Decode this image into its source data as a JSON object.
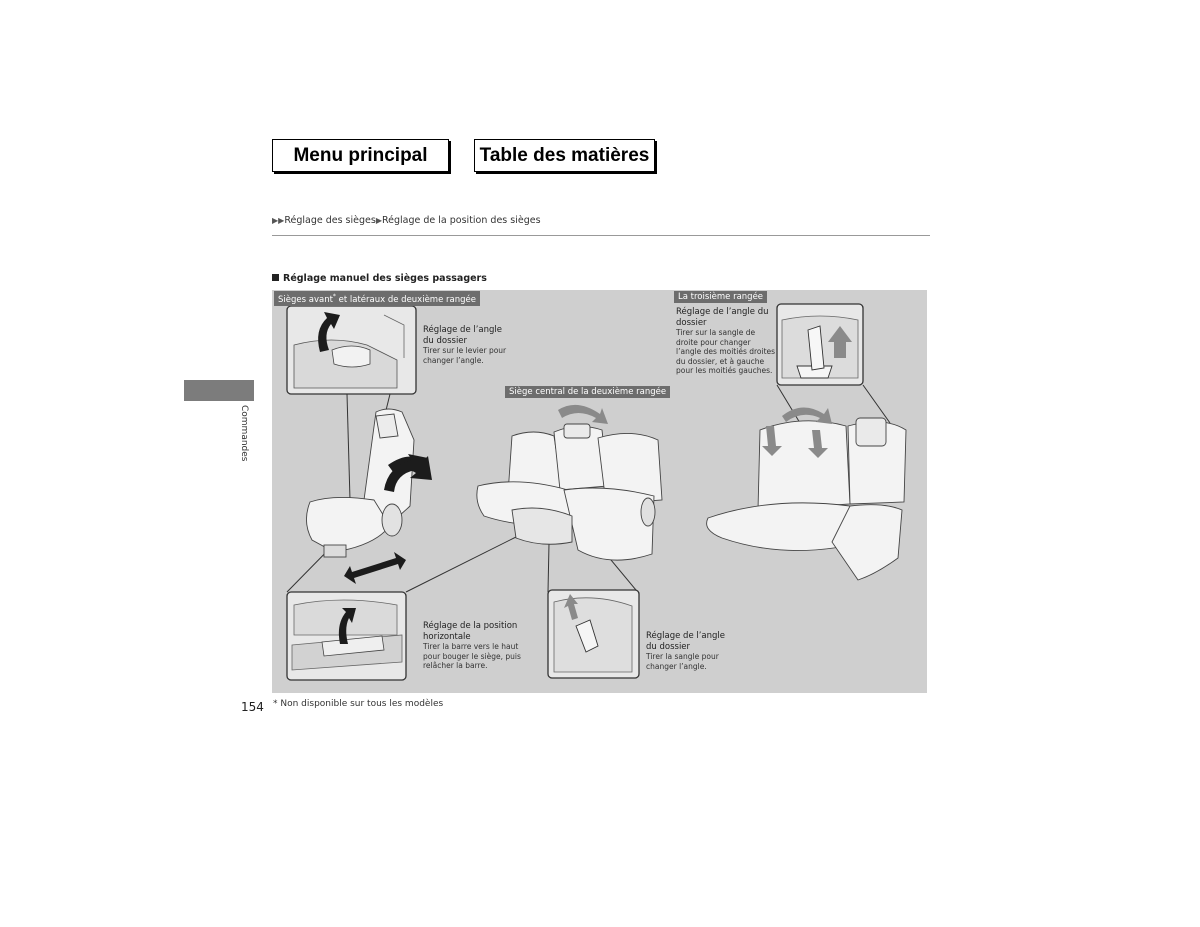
{
  "nav": {
    "main_menu": "Menu principal",
    "toc": "Table des matières"
  },
  "breadcrumb": {
    "item1": "Réglage des sièges",
    "item2": "Réglage de la position des sièges"
  },
  "section": {
    "title": "Réglage manuel des sièges passagers"
  },
  "side_tab": {
    "label": "Commandes"
  },
  "panels": {
    "front": {
      "tag": "Sièges avant",
      "tag_note": "*",
      "tag_rest": " et latéraux de deuxième rangée"
    },
    "center": {
      "tag": "Siège central de la deuxième rangée"
    },
    "third": {
      "tag": "La troisième rangée"
    }
  },
  "captions": {
    "front_back": {
      "head1": "Réglage de l’angle",
      "head2": "du dossier",
      "desc1": "Tirer sur le levier pour",
      "desc2": "changer l’angle."
    },
    "front_horiz": {
      "head1": "Réglage de la position",
      "head2": "horizontale",
      "desc1": "Tirer la barre vers le haut",
      "desc2": "pour bouger le siège, puis",
      "desc3": "relâcher la barre."
    },
    "center_back": {
      "head1": "Réglage de l’angle",
      "head2": "du dossier",
      "desc1": "Tirer la sangle pour",
      "desc2": "changer l’angle."
    },
    "third_back": {
      "head1": "Réglage de l’angle du",
      "head2": "dossier",
      "desc1": "Tirer sur la sangle de",
      "desc2": "droite pour changer",
      "desc3": "l’angle des moitiés droites",
      "desc4": "du dossier, et à gauche",
      "desc5": "pour les moitiés gauches."
    }
  },
  "footer": {
    "page_number": "154",
    "footnote": "* Non disponible sur tous les modèles"
  },
  "colors": {
    "panel_bg": "#cfcfcf",
    "tag_bg": "#6d6d6d",
    "side_tab": "#7c7c7c",
    "arrow": "#1c1c1c",
    "arrow_light": "#8a8a8a"
  },
  "icons": {
    "breadcrumb_arrow": "▶"
  }
}
